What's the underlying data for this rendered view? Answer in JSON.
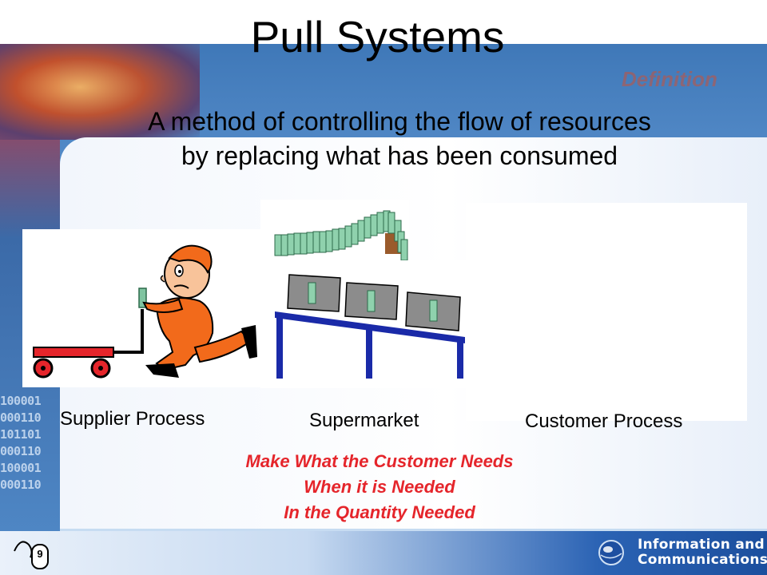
{
  "slide": {
    "title": "Pull Systems",
    "section_tag": "Definition",
    "definition_lines": [
      "A method of controlling the flow of resources",
      "by replacing what has been consumed"
    ],
    "process_labels": {
      "supplier": "Supplier Process",
      "supermarket": "Supermarket",
      "customer": "Customer Process"
    },
    "tagline_lines": [
      "Make What the Customer Needs",
      "When it is Needed",
      "In the Quantity Needed"
    ],
    "page_number": "9",
    "background_binary": [
      "100001",
      "000110",
      "101101",
      "000110",
      "100001",
      "000110"
    ]
  },
  "branding": {
    "lines": [
      "Information and",
      "Communications"
    ]
  },
  "colors": {
    "accent_red": "#e5252b",
    "definition_tag": "#e4481f",
    "template_blue": "#3f78b8",
    "worker_orange": "#f26a1b",
    "rack_blue": "#1a2aa8"
  },
  "icons": {
    "mouse": "mouse-cursor-icon",
    "globe": "globe-icon"
  }
}
